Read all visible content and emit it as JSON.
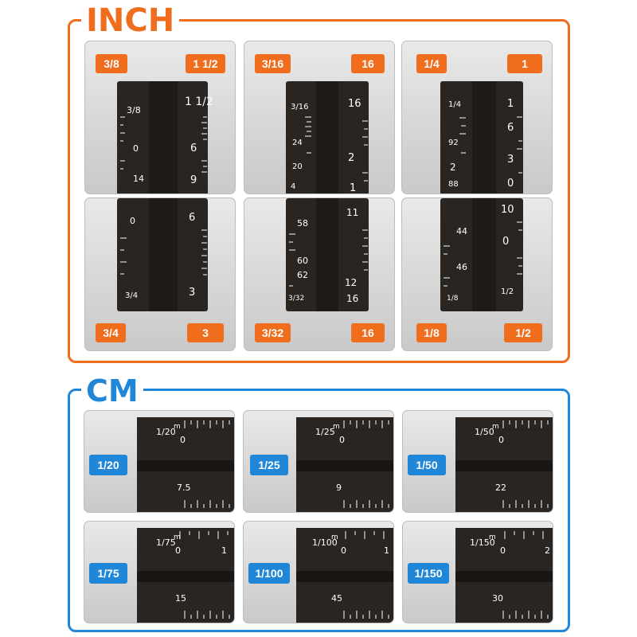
{
  "colors": {
    "inch_accent": "#ef6d1c",
    "cm_accent": "#1f86d8",
    "ruler": "#2a2520"
  },
  "inch": {
    "title": "INCH",
    "panels": [
      {
        "left": "3/8",
        "right": "1 1/2",
        "marks": [
          "3/8",
          "1 1/2",
          "0",
          "6",
          "14",
          "9"
        ]
      },
      {
        "left": "3/16",
        "right": "16",
        "marks": [
          "3/16",
          "16",
          "24",
          "20",
          "2",
          "4",
          "1"
        ]
      },
      {
        "left": "1/4",
        "right": "1",
        "marks": [
          "1/4",
          "1",
          "92",
          "6",
          "2",
          "3",
          "88",
          "0"
        ]
      },
      {
        "left": "3/4",
        "right": "3",
        "marks": [
          "0",
          "6",
          "3/4",
          "3"
        ]
      },
      {
        "left": "3/32",
        "right": "16",
        "marks": [
          "58",
          "11",
          "60",
          "62",
          "3/32",
          "12",
          "16"
        ]
      },
      {
        "left": "1/8",
        "right": "1/2",
        "marks": [
          "10",
          "44",
          "0",
          "46",
          "1/8",
          "1/2"
        ]
      }
    ]
  },
  "cm": {
    "title": "CM",
    "panels": [
      {
        "label": "1/20",
        "scale": "1/20",
        "unit": "m",
        "top_numbers": [
          "0"
        ],
        "bottom_number": "7.5"
      },
      {
        "label": "1/25",
        "scale": "1/25",
        "unit": "m",
        "top_numbers": [
          "0"
        ],
        "bottom_number": "9"
      },
      {
        "label": "1/50",
        "scale": "1/50",
        "unit": "m",
        "top_numbers": [
          "0"
        ],
        "bottom_number": "22"
      },
      {
        "label": "1/75",
        "scale": "1/75",
        "unit": "m",
        "top_numbers": [
          "0",
          "1"
        ],
        "bottom_number": "15"
      },
      {
        "label": "1/100",
        "scale": "1/100",
        "unit": "m",
        "top_numbers": [
          "0",
          "1"
        ],
        "bottom_number": "45"
      },
      {
        "label": "1/150",
        "scale": "1/150",
        "unit": "m",
        "top_numbers": [
          "0",
          "2"
        ],
        "bottom_number": "30"
      }
    ]
  }
}
